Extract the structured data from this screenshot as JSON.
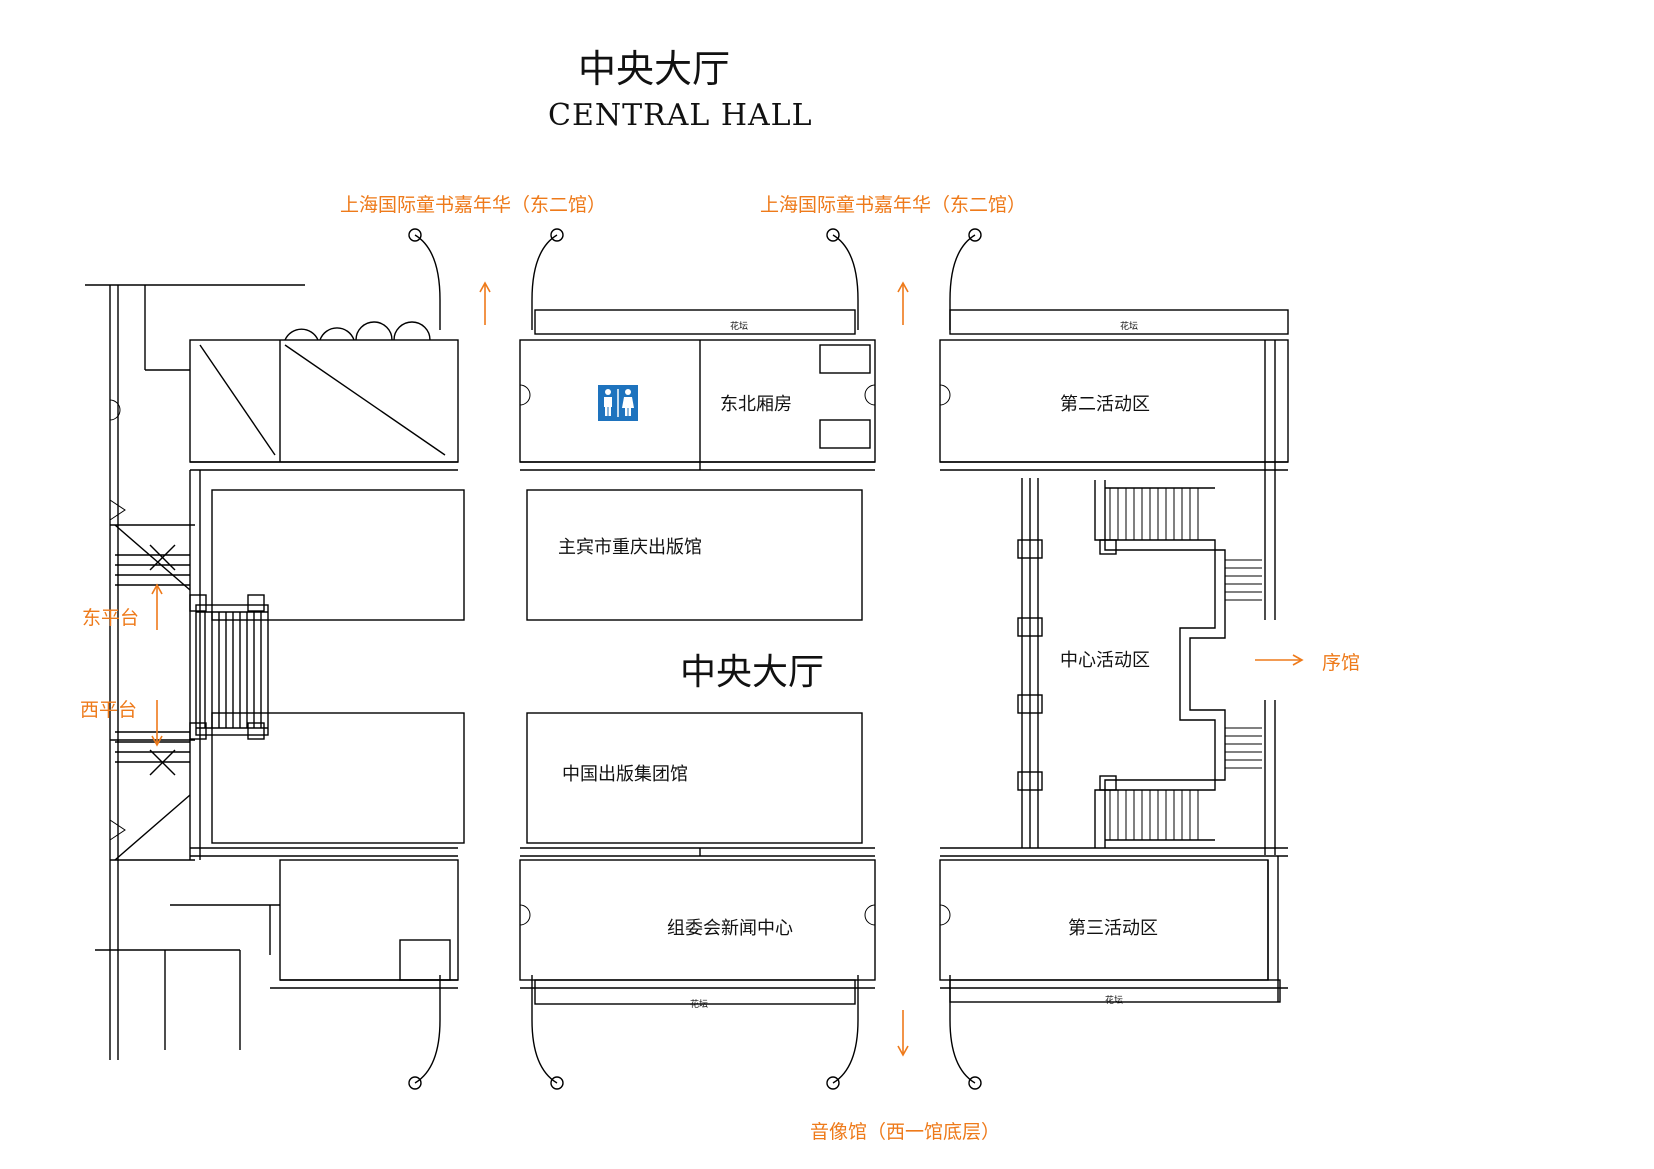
{
  "title": {
    "cn": "中央大厅",
    "en": "CENTRAL HALL"
  },
  "labels": {
    "east_hall_left": "上海国际童书嘉年华（东二馆）",
    "east_hall_right": "上海国际童书嘉年华（东二馆）",
    "east_terrace": "东平台",
    "west_terrace": "西平台",
    "prologue_hall": "序馆",
    "audio_video_hall": "音像馆（西一馆底层）"
  },
  "rooms": {
    "northeast_wing": "东北厢房",
    "second_activity": "第二活动区",
    "host_city_hall": "主宾市重庆出版馆",
    "central_hall": "中央大厅",
    "center_activity": "中心活动区",
    "china_publishing": "中国出版集团馆",
    "press_center": "组委会新闻中心",
    "third_activity": "第三活动区",
    "flower_bed_1": "花坛",
    "flower_bed_2": "花坛",
    "flower_bed_3": "花坛",
    "flower_bed_4": "花坛"
  },
  "colors": {
    "accent": "#ee7a1a",
    "line": "#000000",
    "restroom": "#1e73be"
  },
  "icons": [
    "restroom-icon",
    "arrow-up-icon",
    "arrow-down-icon",
    "arrow-right-icon"
  ]
}
